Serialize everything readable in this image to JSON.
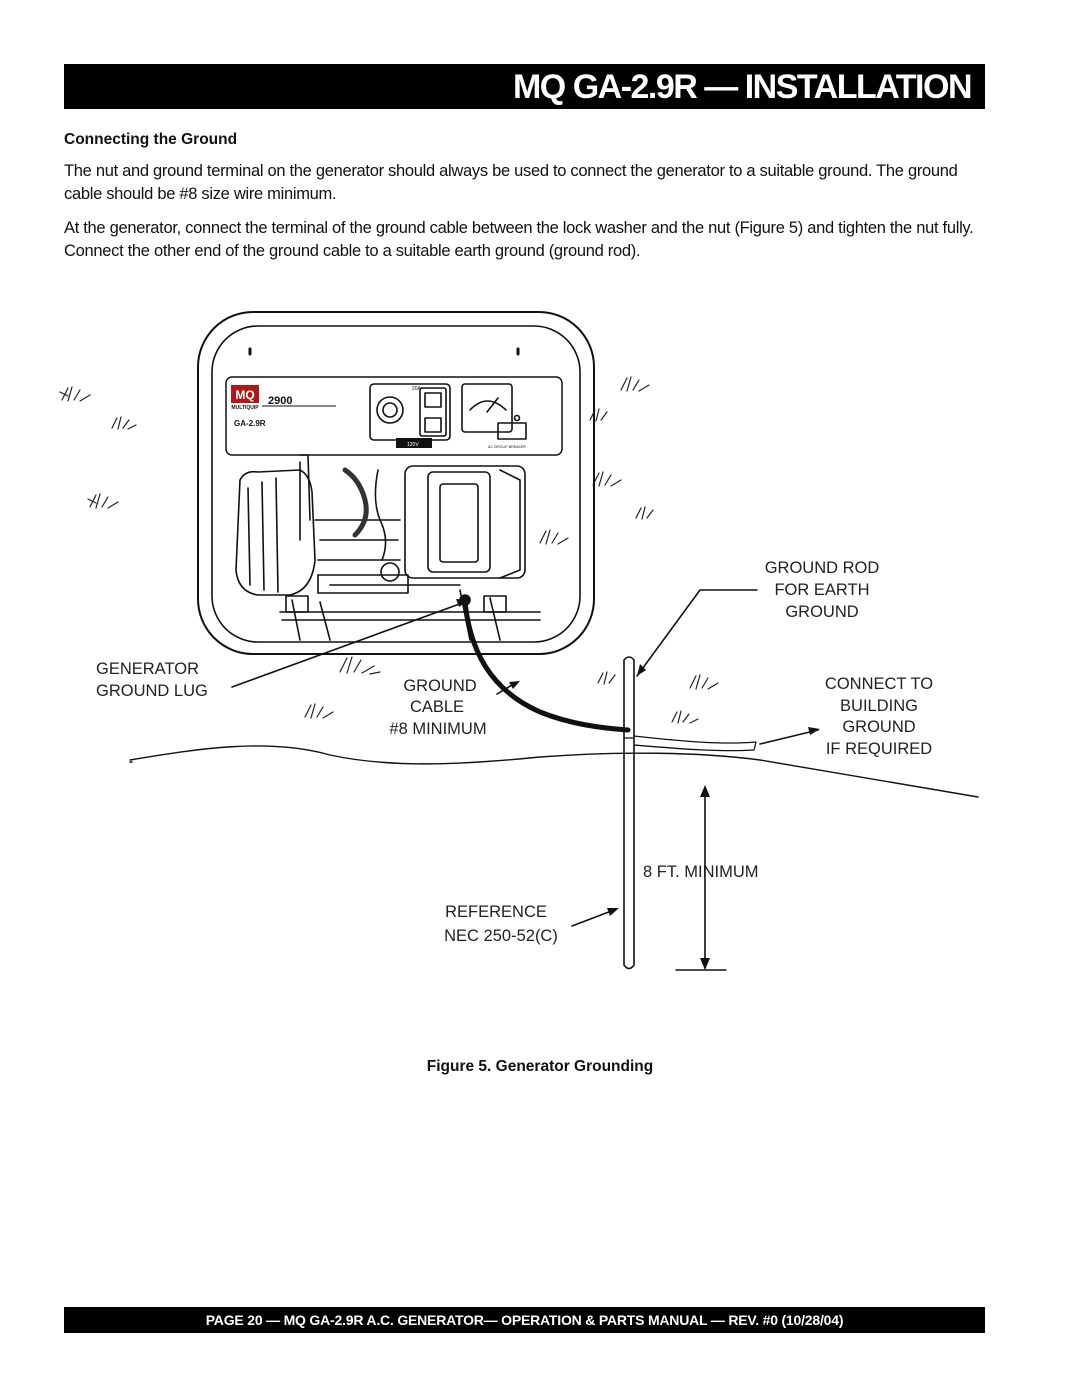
{
  "header": {
    "title": "MQ GA-2.9R — INSTALLATION"
  },
  "section": {
    "heading": "Connecting the Ground",
    "paragraphs": [
      "The nut and ground terminal on the generator should always be used to connect the generator to a suitable ground. The ground cable should be #8 size wire minimum.",
      "At the generator, connect the terminal of the ground cable between the lock washer and the nut (Figure 5) and tighten the nut fully. Connect the other end of the ground cable to a suitable earth ground (ground rod)."
    ]
  },
  "figure": {
    "panel": {
      "logo": "MQ",
      "brand": "MULTIQUIP",
      "model_number": "2900",
      "model": "GA-2.9R",
      "rating_20a": "20A",
      "rating_120v": "120V",
      "breaker": "AC CIRCUIT BREAKER"
    },
    "labels": {
      "ground_rod": [
        "GROUND ROD",
        "FOR EARTH",
        "GROUND"
      ],
      "generator_lug": [
        "GENERATOR",
        "GROUND LUG"
      ],
      "ground_cable": [
        "GROUND",
        "CABLE",
        "#8 MINIMUM"
      ],
      "connect_building": [
        "CONNECT TO",
        "BUILDING",
        "GROUND",
        "IF REQUIRED"
      ],
      "depth": "8 FT. MINIMUM",
      "reference": [
        "REFERENCE",
        "NEC 250-52(C)"
      ]
    },
    "caption": "Figure  5. Generator Grounding"
  },
  "footer": {
    "text": "PAGE 20 — MQ GA-2.9R A.C. GENERATOR— OPERATION & PARTS MANUAL — REV. #0 (10/28/04)"
  }
}
